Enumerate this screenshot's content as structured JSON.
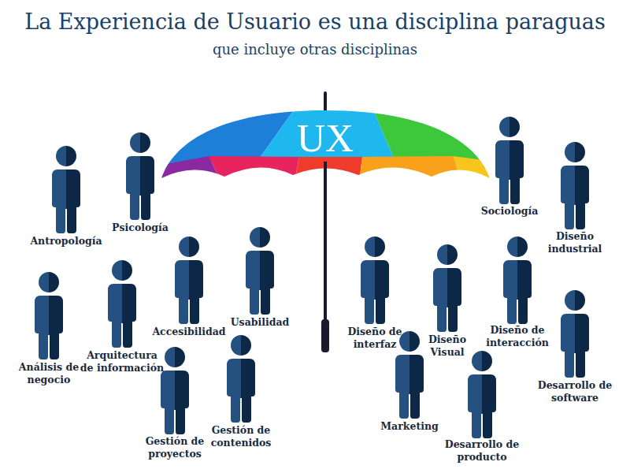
{
  "diagram": {
    "title": "La Experiencia de Usuario es una disciplina paraguas",
    "labels": [
      "que incluye otras disciplinas",
      "UX",
      "Antropología",
      "Psicología",
      "Sociología",
      "Diseño industrial",
      "Análisis de negocio",
      "Arquitectura de información",
      "Accesibilidad",
      "Usabilidad",
      "Diseño de interfaz",
      "Diseño Visual",
      "Diseño de interacción",
      "Desarrollo de software",
      "Gestión de proyectos",
      "Gestión de contenidos",
      "Marketing",
      "Desarrollo de producto"
    ]
  }
}
